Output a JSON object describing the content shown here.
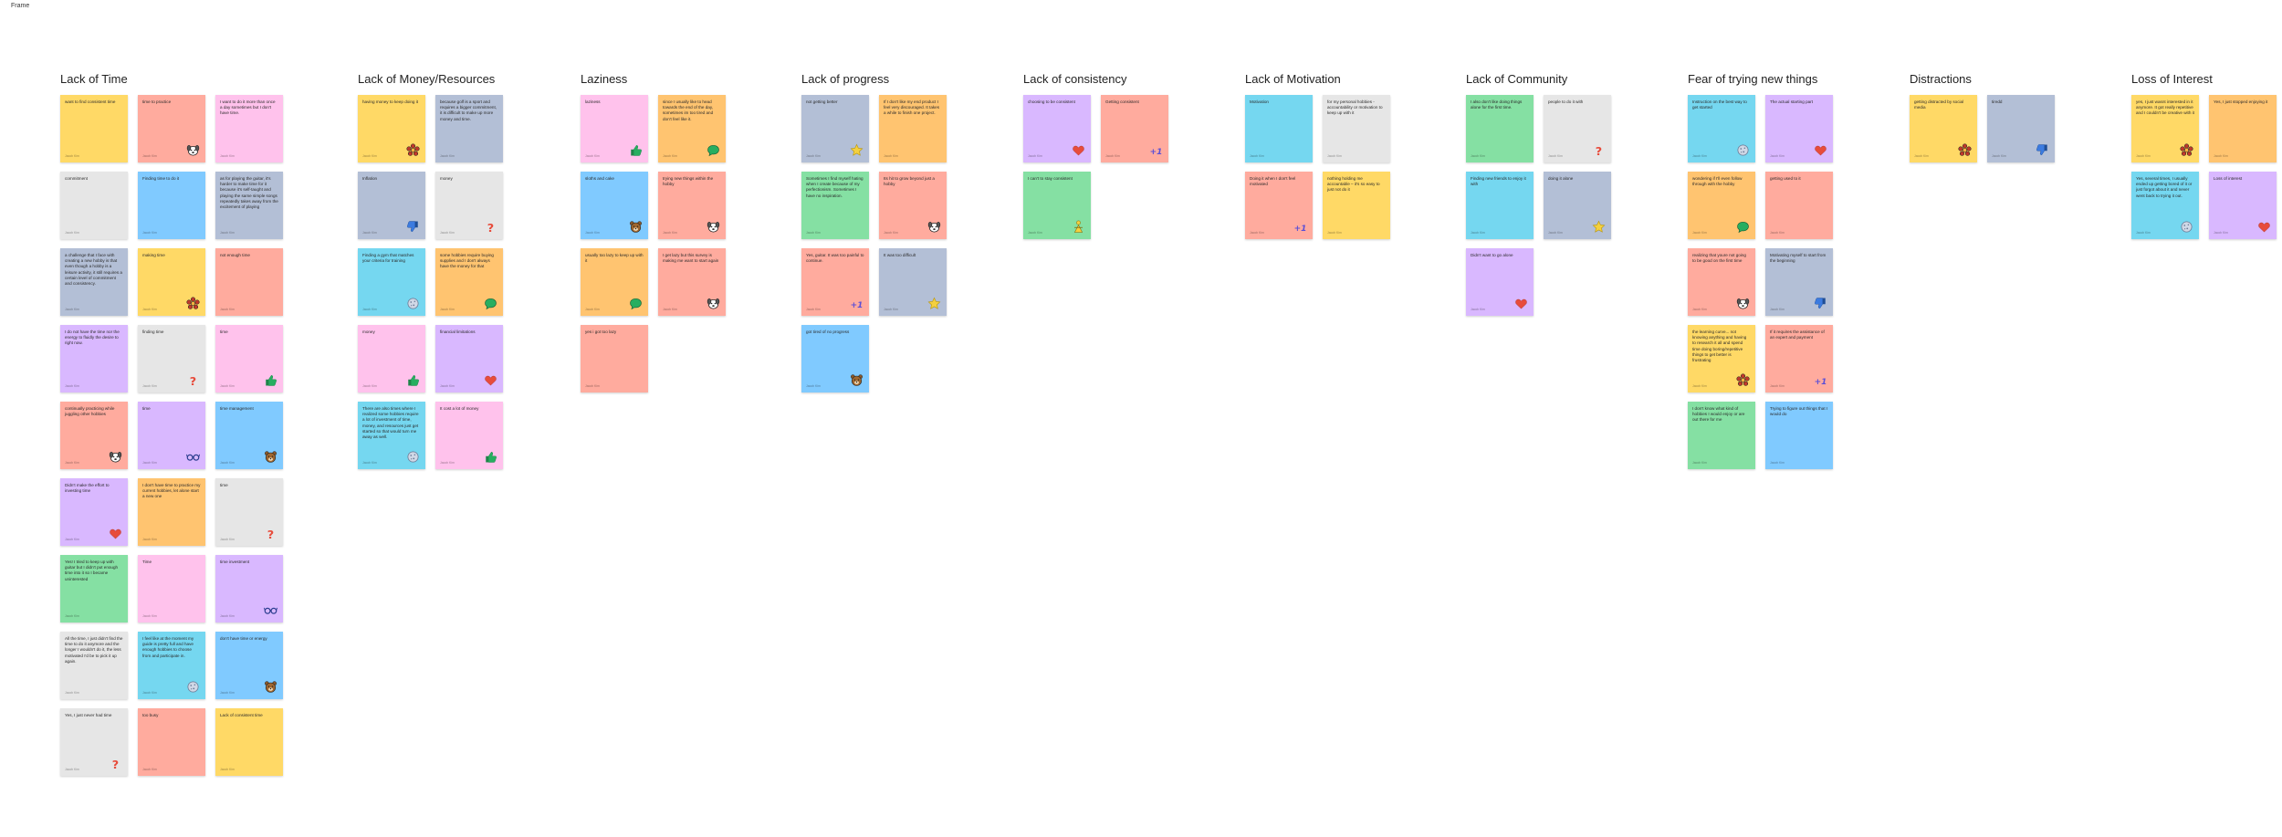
{
  "canvas": {
    "frame_label": "Frame"
  },
  "colors": {
    "yellow": "#ffd966",
    "salmon": "#ffab9e",
    "pink": "#ffc2ec",
    "gray": "#e6e6e6",
    "blue": "#80caff",
    "slate": "#b3bfd6",
    "violet": "#d9b8ff",
    "orange": "#ffc470",
    "green": "#85e0a3",
    "teal": "#75d7f0"
  },
  "columns": [
    {
      "title": "Lack of Time",
      "notes": [
        {
          "text": "want to find consistent time",
          "color": "yellow",
          "author": "Jacob Kim",
          "sticker": null
        },
        {
          "text": "time to practice",
          "color": "salmon",
          "author": "Jacob Kim",
          "sticker": "dog"
        },
        {
          "text": "I want to do it more than once a day sometimes but I don't have time.",
          "color": "pink",
          "author": "Jacob Kim",
          "sticker": null
        },
        {
          "text": "commitment",
          "color": "gray",
          "author": "Jacob Kim",
          "sticker": null
        },
        {
          "text": "Finding time to do it",
          "color": "blue",
          "author": "Jacob Kim",
          "sticker": null
        },
        {
          "text": "as for playing the guitar, it's harder to make time for it because it's self-taught and playing the same simple songs repeatedly takes away from the excitement of playing",
          "color": "slate",
          "author": "Jacob Kim",
          "sticker": null
        },
        {
          "text": "a challenge that I face with creating a new hobby is that even though a hobby is a leisure activity, it still requires a certain level of commitment and consistency.",
          "color": "slate",
          "author": "Jacob Kim",
          "sticker": null
        },
        {
          "text": "making time",
          "color": "yellow",
          "author": "Jacob Kim",
          "sticker": "flower"
        },
        {
          "text": "not enough time",
          "color": "salmon",
          "author": "Jacob Kim",
          "sticker": null
        },
        {
          "text": "I do not have the time nor the energy to fluidly the desire to right now.",
          "color": "violet",
          "author": "Jacob Kim",
          "sticker": null
        },
        {
          "text": "finding time",
          "color": "gray",
          "author": "Jacob Kim",
          "sticker": "question"
        },
        {
          "text": "time",
          "color": "pink",
          "author": "Jacob Kim",
          "sticker": "thumbsup"
        },
        {
          "text": "continually practicing while juggling other hobbies",
          "color": "salmon",
          "author": "Jacob Kim",
          "sticker": "dog"
        },
        {
          "text": "time",
          "color": "violet",
          "author": "Jacob Kim",
          "sticker": "glasses"
        },
        {
          "text": "time management",
          "color": "blue",
          "author": "Jacob Kim",
          "sticker": "bear"
        },
        {
          "text": "Didn't make the effort to investing time",
          "color": "violet",
          "author": "Jacob Kim",
          "sticker": "heart"
        },
        {
          "text": "I don't have time to practice my current hobbies, let alone start a new one",
          "color": "orange",
          "author": "Jacob Kim",
          "sticker": null
        },
        {
          "text": "time",
          "color": "gray",
          "author": "Jacob Kim",
          "sticker": "question"
        },
        {
          "text": "Yes! I tried to keep up with guitar but I didn't put enough time into it so I became uninterested",
          "color": "green",
          "author": "Jacob Kim",
          "sticker": null
        },
        {
          "text": "Time",
          "color": "pink",
          "author": "Jacob Kim",
          "sticker": null
        },
        {
          "text": "time investment",
          "color": "violet",
          "author": "Jacob Kim",
          "sticker": "glasses"
        },
        {
          "text": "All the time, I just didn't find the time to do it anymore and the longer I wouldn't do it, the less motivated I'd be to pick it up again.",
          "color": "gray",
          "author": "Jacob Kim",
          "sticker": null
        },
        {
          "text": "I feel like at the moment my guide is pretty full and have enough hobbies to choose from and participate in.",
          "color": "teal",
          "author": "Jacob Kim",
          "sticker": "cookie"
        },
        {
          "text": "don't have time or energy",
          "color": "blue",
          "author": "Jacob Kim",
          "sticker": "bear"
        },
        {
          "text": "Yes, I just never had time",
          "color": "gray",
          "author": "Jacob Kim",
          "sticker": "question"
        },
        {
          "text": "too busy",
          "color": "salmon",
          "author": "Jacob Kim",
          "sticker": null
        },
        {
          "text": "Lack of consistent time",
          "color": "yellow",
          "author": "Jacob Kim",
          "sticker": null
        }
      ]
    },
    {
      "title": "Lack of Money/Resources",
      "notes": [
        {
          "text": "having money to keep doing it",
          "color": "yellow",
          "author": "Jacob Kim",
          "sticker": "flower"
        },
        {
          "text": "because golf is a sport and requires a bigger commitment, it is difficult to make up more money and time.",
          "color": "slate",
          "author": "Jacob Kim",
          "sticker": null
        },
        {
          "text": "Inflation",
          "color": "slate",
          "author": "Jacob Kim",
          "sticker": "thumbsdown"
        },
        {
          "text": "money",
          "color": "gray",
          "author": "Jacob Kim",
          "sticker": "question"
        },
        {
          "text": "Finding a gym that matches your criteria for training",
          "color": "teal",
          "author": "Jacob Kim",
          "sticker": "cookie"
        },
        {
          "text": "some hobbies require buying supplies and I don't always have the money for that",
          "color": "orange",
          "author": "Jacob Kim",
          "sticker": "chat"
        },
        {
          "text": "money",
          "color": "pink",
          "author": "Jacob Kim",
          "sticker": "thumbsup"
        },
        {
          "text": "financial limitations",
          "color": "violet",
          "author": "Jacob Kim",
          "sticker": "heart"
        },
        {
          "text": "There are also times where I realized some hobbies require a lot of investment of time, money, and resources just get started so that would turn me away as well.",
          "color": "teal",
          "author": "Jacob Kim",
          "sticker": "cookie"
        },
        {
          "text": "It cost a lot of money",
          "color": "pink",
          "author": "Jacob Kim",
          "sticker": "thumbsup"
        }
      ]
    },
    {
      "title": "Laziness",
      "notes": [
        {
          "text": "laziness",
          "color": "pink",
          "author": "Jacob Kim",
          "sticker": "thumbsup"
        },
        {
          "text": "since I usually like to head towards the end of the day, sometimes im too tired and don't feel like it.",
          "color": "orange",
          "author": "Jacob Kim",
          "sticker": "chat"
        },
        {
          "text": "sloths and cake",
          "color": "blue",
          "author": "Jacob Kim",
          "sticker": "bear"
        },
        {
          "text": "trying new things within the hobby",
          "color": "salmon",
          "author": "Jacob Kim",
          "sticker": "dog"
        },
        {
          "text": "usually too lazy to keep up with it",
          "color": "orange",
          "author": "Jacob Kim",
          "sticker": "chat"
        },
        {
          "text": "I get lazy but this survey is making me want to start again",
          "color": "salmon",
          "author": "Jacob Kim",
          "sticker": "dog"
        },
        {
          "text": "yes i got too lazy",
          "color": "salmon",
          "author": "Jacob Kim",
          "sticker": null
        }
      ]
    },
    {
      "title": "Lack of progress",
      "notes": [
        {
          "text": "not getting better",
          "color": "slate",
          "author": "Jacob Kim",
          "sticker": "star"
        },
        {
          "text": "If I don't like my end product I feel very discouraged. It takes a while to finish one project.",
          "color": "orange",
          "author": "Jacob Kim",
          "sticker": null
        },
        {
          "text": "Sometimes I find myself hating when I create because of my perfectionism. Sometimes I have no inspiration.",
          "color": "green",
          "author": "Jacob Kim",
          "sticker": null
        },
        {
          "text": "Its hit to grow beyond just a hobby",
          "color": "salmon",
          "author": "Jacob Kim",
          "sticker": "dog"
        },
        {
          "text": "Yes, guitar. It was too painful to continue.",
          "color": "salmon",
          "author": "Jacob Kim",
          "sticker": "plusone"
        },
        {
          "text": "It was too difficult",
          "color": "slate",
          "author": "Jacob Kim",
          "sticker": "star"
        },
        {
          "text": "got tired of no progress",
          "color": "blue",
          "author": "Jacob Kim",
          "sticker": "bear"
        }
      ]
    },
    {
      "title": "Lack of consistency",
      "notes": [
        {
          "text": "choosing to be consistent",
          "color": "violet",
          "author": "Jacob Kim",
          "sticker": "heart"
        },
        {
          "text": "Getting consistent",
          "color": "salmon",
          "author": "Jacob Kim",
          "sticker": "plusone"
        },
        {
          "text": "I can't to stay consistent",
          "color": "green",
          "author": "Jacob Kim",
          "sticker": "person"
        }
      ]
    },
    {
      "title": "Lack of Motivation",
      "notes": [
        {
          "text": "Motivation",
          "color": "teal",
          "author": "Jacob Kim",
          "sticker": null
        },
        {
          "text": "for my personal hobbies - accountability or motivation to keep up with it",
          "color": "gray",
          "author": "Jacob Kim",
          "sticker": null
        },
        {
          "text": "Doing it when I don't feel motivated",
          "color": "salmon",
          "author": "Jacob Kim",
          "sticker": "plusone"
        },
        {
          "text": "nothing holding me accountable – it's so easy to just not do it",
          "color": "yellow",
          "author": "Jacob Kim",
          "sticker": null
        }
      ]
    },
    {
      "title": "Lack of Community",
      "notes": [
        {
          "text": "I also don't like doing things alone for the first time.",
          "color": "green",
          "author": "Jacob Kim",
          "sticker": null
        },
        {
          "text": "people to do it with",
          "color": "gray",
          "author": "Jacob Kim",
          "sticker": "question"
        },
        {
          "text": "Finding new friends to enjoy it with",
          "color": "teal",
          "author": "Jacob Kim",
          "sticker": null
        },
        {
          "text": "doing it alone",
          "color": "slate",
          "author": "Jacob Kim",
          "sticker": "star"
        },
        {
          "text": "Didn't want to go alone",
          "color": "violet",
          "author": "Jacob Kim",
          "sticker": "heart"
        }
      ]
    },
    {
      "title": "Fear of trying new things",
      "notes": [
        {
          "text": "Instruction on the best way to get started",
          "color": "teal",
          "author": "Jacob Kim",
          "sticker": "cookie"
        },
        {
          "text": "The actual starting part",
          "color": "violet",
          "author": "Jacob Kim",
          "sticker": "heart"
        },
        {
          "text": "wondering if I'll even follow through with the hobby",
          "color": "orange",
          "author": "Jacob Kim",
          "sticker": "chat"
        },
        {
          "text": "getting used to it",
          "color": "salmon",
          "author": "Jacob Kim",
          "sticker": null
        },
        {
          "text": "realizing that youre not going to be good on the first time",
          "color": "salmon",
          "author": "Jacob Kim",
          "sticker": "dog"
        },
        {
          "text": "Motivating myself to start from the beginning",
          "color": "slate",
          "author": "Jacob Kim",
          "sticker": "thumbsdown"
        },
        {
          "text": "the learning curve... not knowing anything and having to research it all and spend time doing boring/repetitive things to get better is frustrating",
          "color": "yellow",
          "author": "Jacob Kim",
          "sticker": "flower"
        },
        {
          "text": "If it requires the assistance of an expert and payment",
          "color": "salmon",
          "author": "Jacob Kim",
          "sticker": "plusone"
        },
        {
          "text": "I don't know what kind of hobbies I would enjoy or are out there for me",
          "color": "green",
          "author": "Jacob Kim",
          "sticker": null
        },
        {
          "text": "Trying to figure out things that I would do",
          "color": "blue",
          "author": "Jacob Kim",
          "sticker": null
        }
      ]
    },
    {
      "title": "Distractions",
      "notes": [
        {
          "text": "getting distracted by social media",
          "color": "yellow",
          "author": "Jacob Kim",
          "sticker": "flower"
        },
        {
          "text": "tiredd",
          "color": "slate",
          "author": "Jacob Kim",
          "sticker": "thumbsdown"
        }
      ]
    },
    {
      "title": "Loss of Interest",
      "notes": [
        {
          "text": "yes, I just wasnt interested in it anymore. It got really repetitive and I couldn't be creative with it",
          "color": "yellow",
          "author": "Jacob Kim",
          "sticker": "flower"
        },
        {
          "text": "Yes, I just stopped enjoying it",
          "color": "orange",
          "author": "Jacob Kim",
          "sticker": null
        },
        {
          "text": "Yes, several times, I usually ended up getting bored of it or just forgot about it and never went back to trying it out.",
          "color": "teal",
          "author": "Jacob Kim",
          "sticker": "cookie"
        },
        {
          "text": "Loss of interest",
          "color": "violet",
          "author": "Jacob Kim",
          "sticker": "heart"
        }
      ]
    }
  ]
}
